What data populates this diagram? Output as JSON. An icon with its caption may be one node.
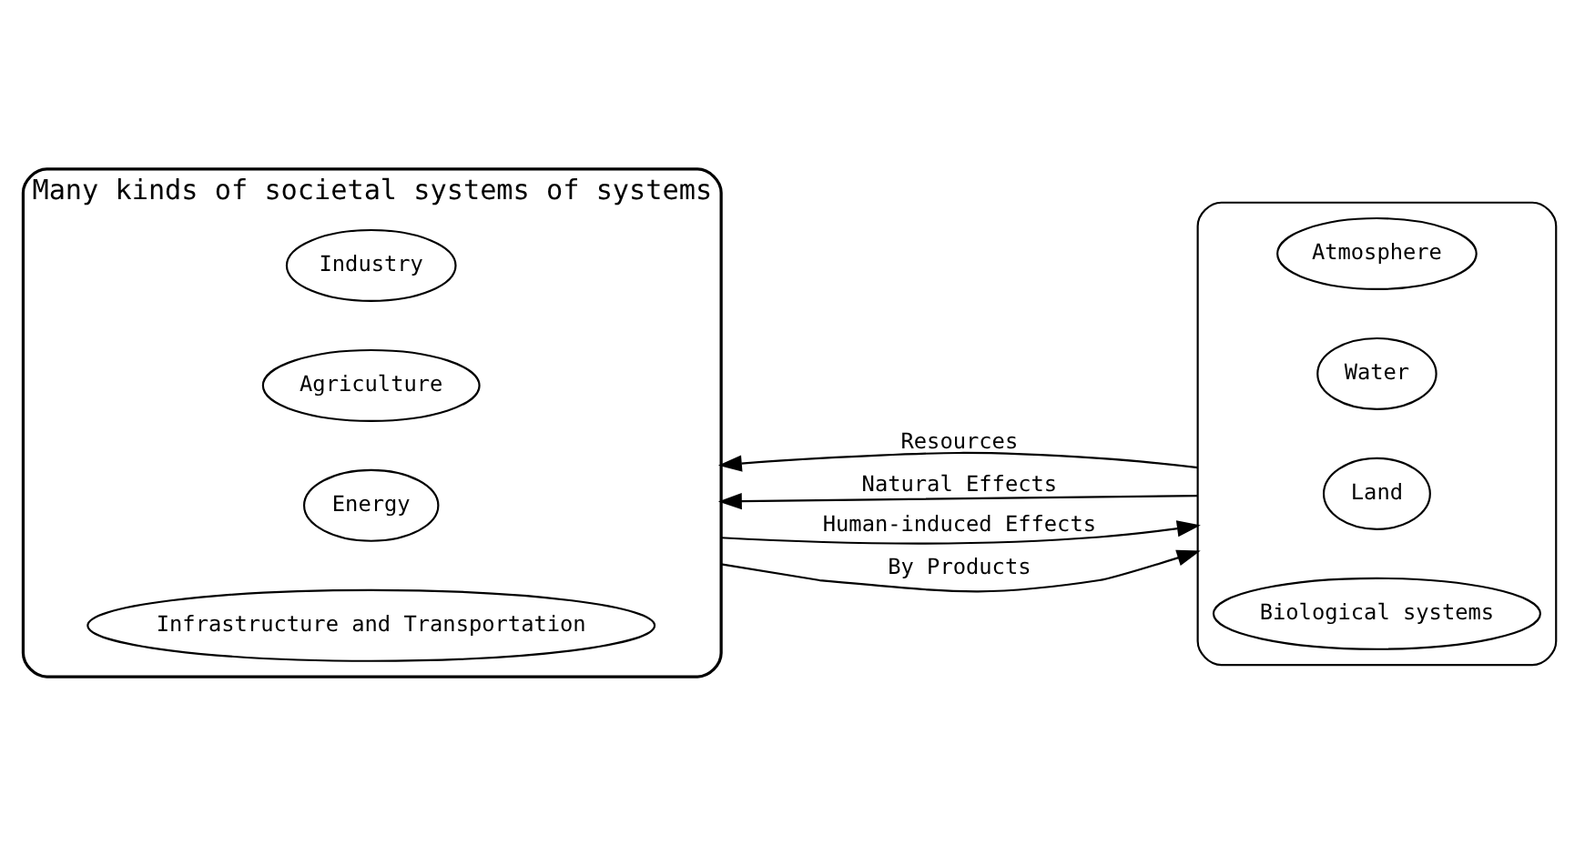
{
  "diagram": {
    "nodes": [
      {
        "text": [
          "Many kinds of societal systems of systems"
        ]
      },
      {
        "text": [
          "Industry"
        ],
        "in": 0
      },
      {
        "text": [
          "Agriculture"
        ],
        "in": 0
      },
      {
        "text": [
          "Energy"
        ],
        "in": 0
      },
      {
        "text": [
          "Infrastructure and Transportation"
        ],
        "in": 0
      },
      {
        "text": [],
        "shape": "ellipse"
      },
      {
        "text": [
          "Atmosphere"
        ],
        "in": 5
      },
      {
        "text": [
          "Water"
        ],
        "in": 5
      },
      {
        "text": [
          "Land"
        ],
        "in": 5
      },
      {
        "text": [
          "Biological systems"
        ],
        "in": 5
      }
    ],
    "edges": [
      {
        "from": 5,
        "to": 0,
        "arrow": "to",
        "label": "Resources"
      },
      {
        "from": 5,
        "to": 0,
        "arrow": "to",
        "label": "Natural Effects"
      },
      {
        "from": 0,
        "to": 5,
        "arrow": "to",
        "label": "Human-induced Effects"
      },
      {
        "from": 0,
        "to": 5,
        "arrow": "to",
        "label": "By Products"
      }
    ]
  }
}
